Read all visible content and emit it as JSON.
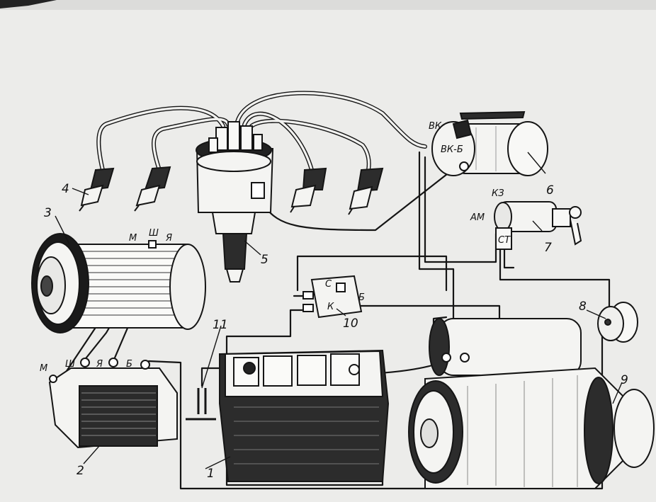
{
  "component_numbers": {
    "battery": "1",
    "regulator": "2",
    "generator": "3",
    "spark_plug": "4",
    "distributor": "5",
    "ignition_coil": "6",
    "ignition_switch": "7",
    "horn": "8",
    "starter": "9",
    "relay": "10",
    "ground_switch": "11"
  },
  "terminal_labels": {
    "generator_m": "М",
    "generator_sh": "Ш",
    "generator_ya": "Я",
    "regulator_m": "М",
    "regulator_sh": "Ш",
    "regulator_ya": "Я",
    "regulator_b": "Б",
    "coil_vk": "ВК",
    "coil_vkb": "ВК-Б",
    "switch_kz": "КЗ",
    "switch_am": "АМ",
    "switch_st": "СТ",
    "relay_s": "С",
    "relay_b": "Б",
    "relay_k": "К"
  }
}
